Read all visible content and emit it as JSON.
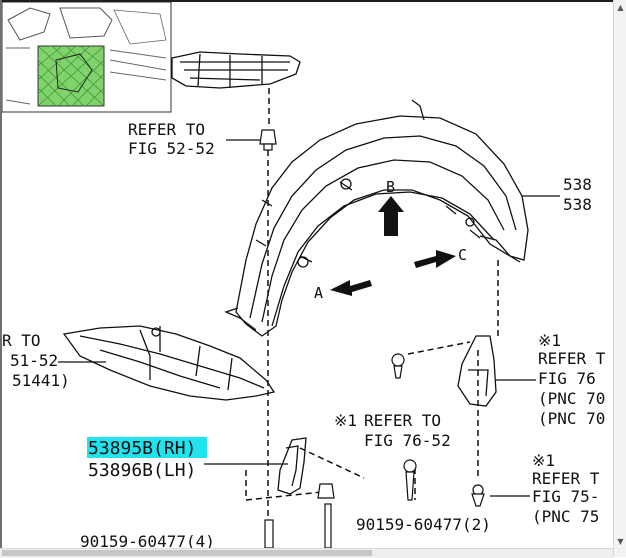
{
  "callouts": {
    "refer_top_line1": "REFER TO",
    "refer_top_line2": "FIG 52-52",
    "refer_left_line1": "R TO",
    "refer_left_line2": "51-52",
    "refer_left_line3": "51441)",
    "part_right_1": "538",
    "part_right_2": "538",
    "mudflap_rh": "53895B(RH)",
    "mudflap_lh": "53896B(LH)",
    "mark_1": "※1",
    "refer_mid_line1": "REFER TO",
    "refer_mid_line2": "FIG 76-52",
    "refer_r1_mark": "※1",
    "refer_r1_line1": "REFER T",
    "refer_r1_line2": "FIG 76",
    "refer_r1_line3": "(PNC 70",
    "refer_r1_line4": "(PNC 70",
    "refer_r2_mark": "※1",
    "refer_r2_line1": "REFER T",
    "refer_r2_line2": "FIG 75-",
    "refer_r2_line3": "(PNC 75",
    "bolt_part": "90159-60477(2)",
    "bolt_part_left": "90159-60477(4)"
  },
  "arrows": {
    "a": "A",
    "b": "B",
    "c": "C"
  },
  "colors": {
    "highlight": "#20e3f0",
    "line": "#111111",
    "minimap_green": "#7fd36a"
  }
}
